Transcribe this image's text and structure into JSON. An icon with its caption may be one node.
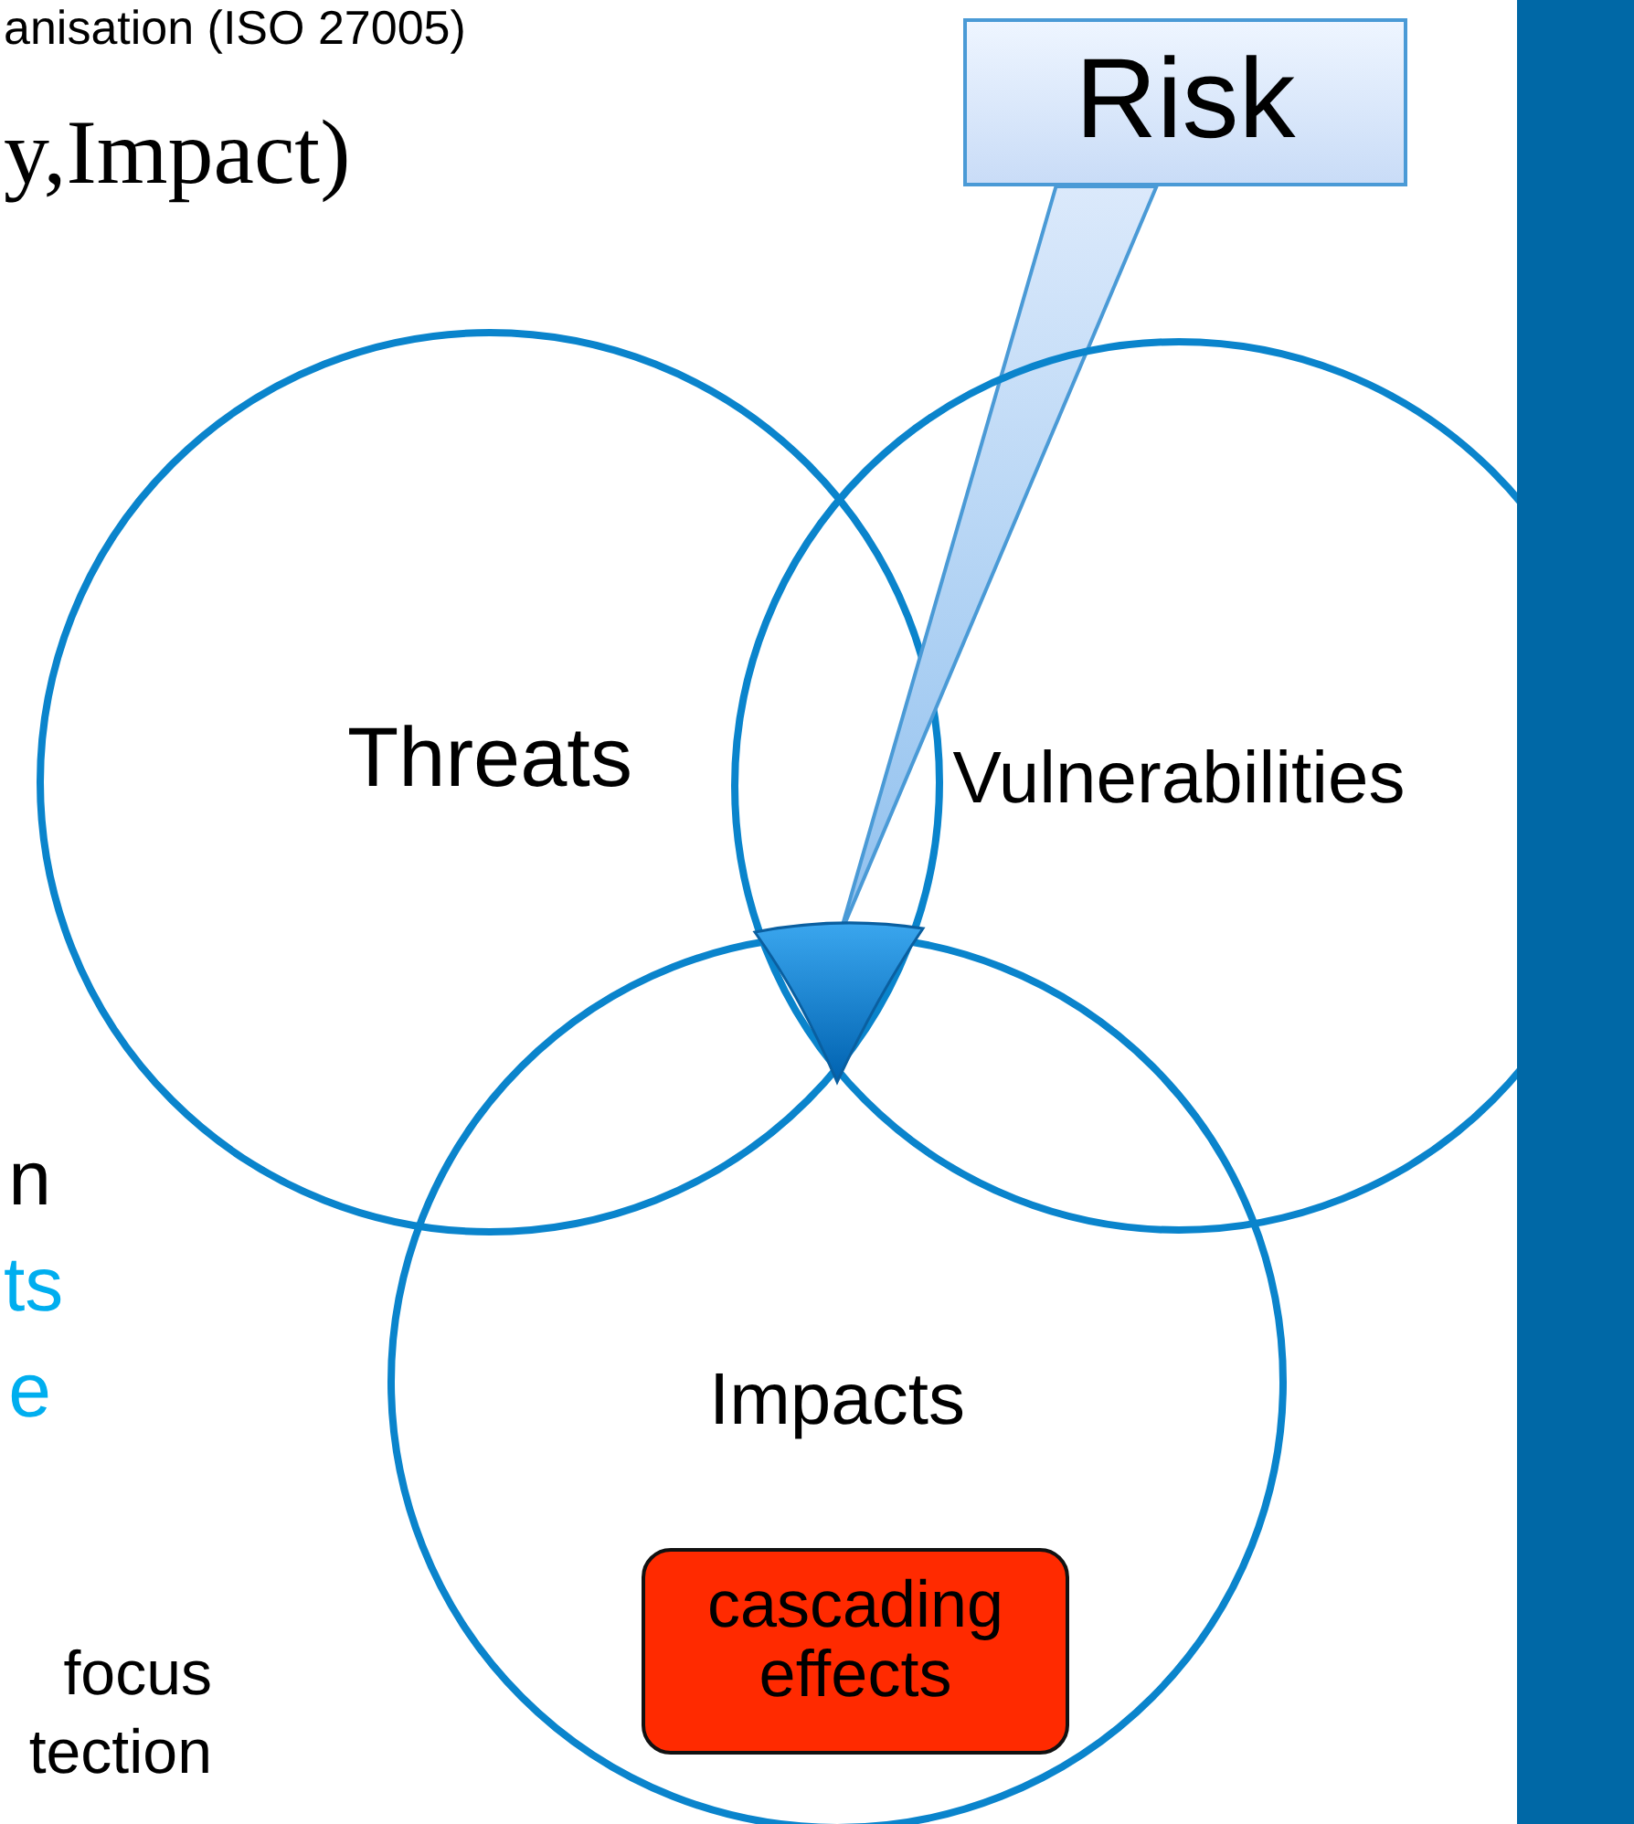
{
  "diagram": {
    "nodes": [
      {
        "text": [
          "Threats"
        ]
      },
      {
        "text": [
          "Vulnerabilities"
        ]
      },
      {
        "text": [
          "Impacts"
        ]
      },
      {
        "text": [
          "cascading effects"
        ],
        "in": 2
      },
      {
        "text": [
          "Risk"
        ]
      },
      {
        "text": [],
        "shape": "triangle"
      },
      {
        "text": [],
        "shape": "bar"
      }
    ],
    "edges": [
      {
        "from": 4,
        "to": 5,
        "arrow": "none"
      }
    ],
    "labels": [
      "anisation (ISO 27005)",
      "y,Impact)",
      "n",
      "ts",
      "e",
      "focus",
      "tection"
    ]
  }
}
